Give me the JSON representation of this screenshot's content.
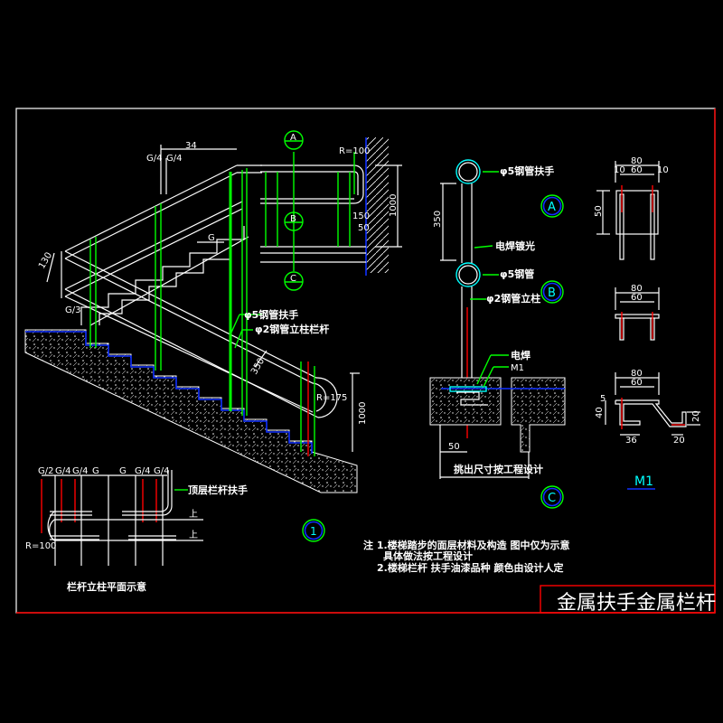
{
  "title": "金属扶手金属栏杆",
  "colors": {
    "background": "#000000",
    "line": "#ffffff",
    "post": "#00ff00",
    "center": "#ff0000",
    "steel": "#1030ff",
    "pipe": "#00ffff"
  },
  "elevation": {
    "dim_34": "34",
    "dim_g4_a": "G/4",
    "dim_g4_b": "G/4",
    "dim_g3": "G/3",
    "dim_g": "G",
    "dim_130": "130",
    "dim_350": "350",
    "dim_1000": "1000",
    "r175": "R=175",
    "label_handrail": "φ5钢管扶手",
    "label_post": "φ2钢管立柱栏杆"
  },
  "plan_section": {
    "marker_a": "A",
    "marker_b": "B",
    "marker_c": "C",
    "r100": "R=100",
    "dim_150": "150",
    "dim_50": "50",
    "dim_1000": "1000"
  },
  "detail_section": {
    "label_handrail": "φ5钢管扶手",
    "label_weld_polish": "电焊镀光",
    "label_pipe": "φ5钢管",
    "label_post": "φ2钢管立柱",
    "label_weld": "电焊",
    "label_m1": "M1",
    "dim_350": "350",
    "dim_50": "50",
    "caption": "挑出尺寸按工程设计",
    "marker_a": "A",
    "marker_b": "B",
    "marker_c": "C"
  },
  "m1_detail": {
    "dim_80": "80",
    "dim_60": "60",
    "dim_10": "10",
    "dim_50": "50",
    "dim_40": "40",
    "dim_5": "5",
    "dim_36": "36",
    "dim_20": "20",
    "dim_20b": "20",
    "label": "M1"
  },
  "plan_view": {
    "dims": [
      "G/2",
      "G/4",
      "G/4",
      "G",
      "G",
      "G/4",
      "G/4"
    ],
    "r100": "R=100",
    "label_top_rail": "顶层栏杆扶手",
    "caption": "栏杆立柱平面示意",
    "up_a": "上",
    "up_b": "上"
  },
  "view_marker": "1",
  "notes": [
    "注 1.楼梯踏步的面层材料及构造  图中仅为示意",
    "具体做法按工程设计",
    "2.楼梯栏杆  扶手油漆品种  颜色由设计人定"
  ]
}
